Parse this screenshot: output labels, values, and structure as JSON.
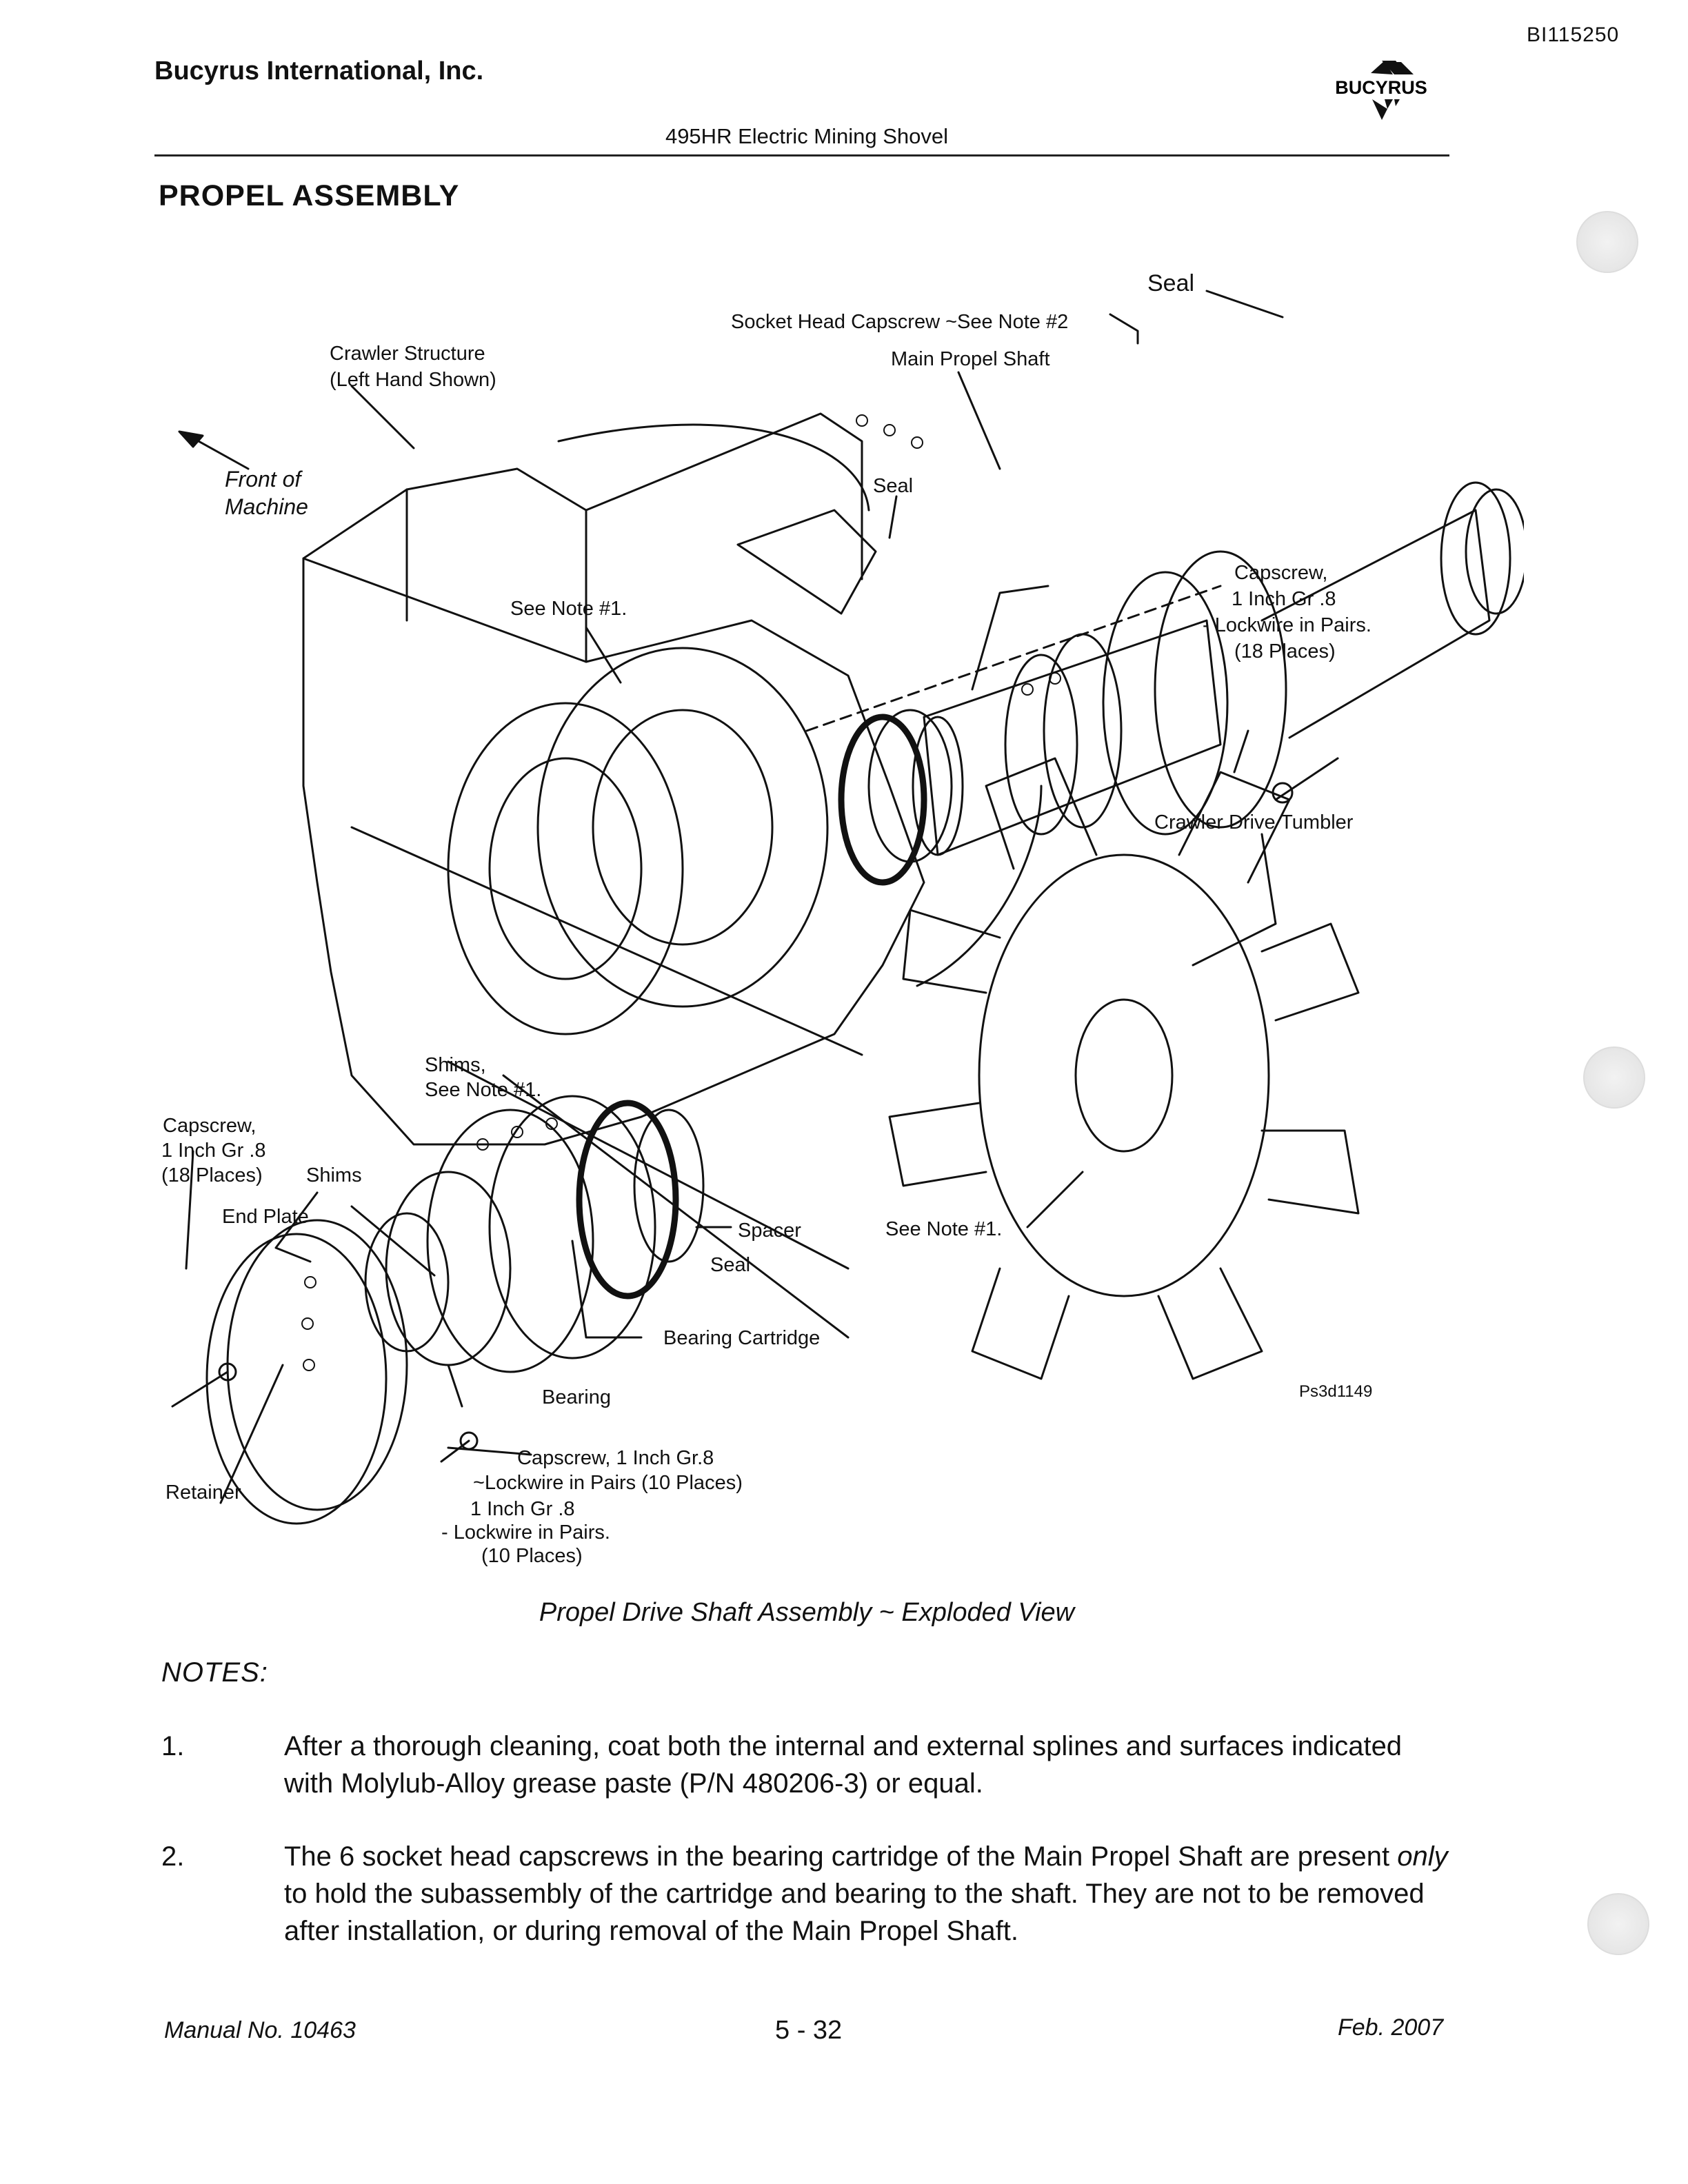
{
  "header": {
    "doc_id": "BI115250",
    "company": "Bucyrus International, Inc.",
    "logo_text": "BUCYRUS",
    "subtitle": "495HR Electric Mining Shovel"
  },
  "section_title": "PROPEL ASSEMBLY",
  "figure": {
    "labels": {
      "seal_top": "Seal",
      "socket_capscrew": "Socket Head Capscrew ~See Note #2",
      "main_shaft": "Main Propel Shaft",
      "crawler_1": "Crawler Structure",
      "crawler_2": "(Left Hand Shown)",
      "front_1": "Front of",
      "front_2": "Machine",
      "seal_mid": "Seal",
      "cap_r_1": "Capscrew,",
      "cap_r_2": "1 Inch Gr .8",
      "cap_r_3": "- Lockwire in Pairs.",
      "cap_r_4": "(18 Places)",
      "note1_a": "See Note #1.",
      "tumbler": "Crawler Drive Tumbler",
      "shims_1": "Shims,",
      "shims_2": "See Note #1.",
      "cap_l_1": "Capscrew,",
      "cap_l_2": "1 Inch Gr .8",
      "cap_l_3": "(18 Places)",
      "shims": "Shims",
      "end_plate": "End Plate",
      "spacer": "Spacer",
      "seal_low": "Seal",
      "note1_b": "See Note #1.",
      "bearing_cart": "Bearing Cartridge",
      "bearing": "Bearing",
      "ref": "Ps3d1149",
      "cap_b_1": "Capscrew, 1 Inch Gr.8",
      "cap_b_2": "~Lockwire in Pairs (10 Places)",
      "cap_b_3": "1 Inch Gr .8",
      "cap_b_4": "- Lockwire in Pairs.",
      "cap_b_5": "(10 Places)",
      "retainer": "Retainer"
    }
  },
  "caption": "Propel Drive Shaft Assembly ~ Exploded View",
  "notes_heading": "NOTES:",
  "notes": [
    {
      "number": "1.",
      "text": "After a thorough cleaning, coat both the internal and external splines and surfaces indicated with Molylub-Alloy grease paste (P/N 480206-3) or equal."
    },
    {
      "number": "2.",
      "text_before": "The 6 socket head capscrews in the bearing cartridge of the Main Propel Shaft are present ",
      "emphasis": "only",
      "text_after": " to hold the subassembly of the cartridge and bearing to the shaft. They are not to be removed after installation, or during removal of the Main Propel Shaft."
    }
  ],
  "footer": {
    "manual": "Manual No. 10463",
    "page": "5 - 32",
    "date": "Feb. 2007"
  }
}
